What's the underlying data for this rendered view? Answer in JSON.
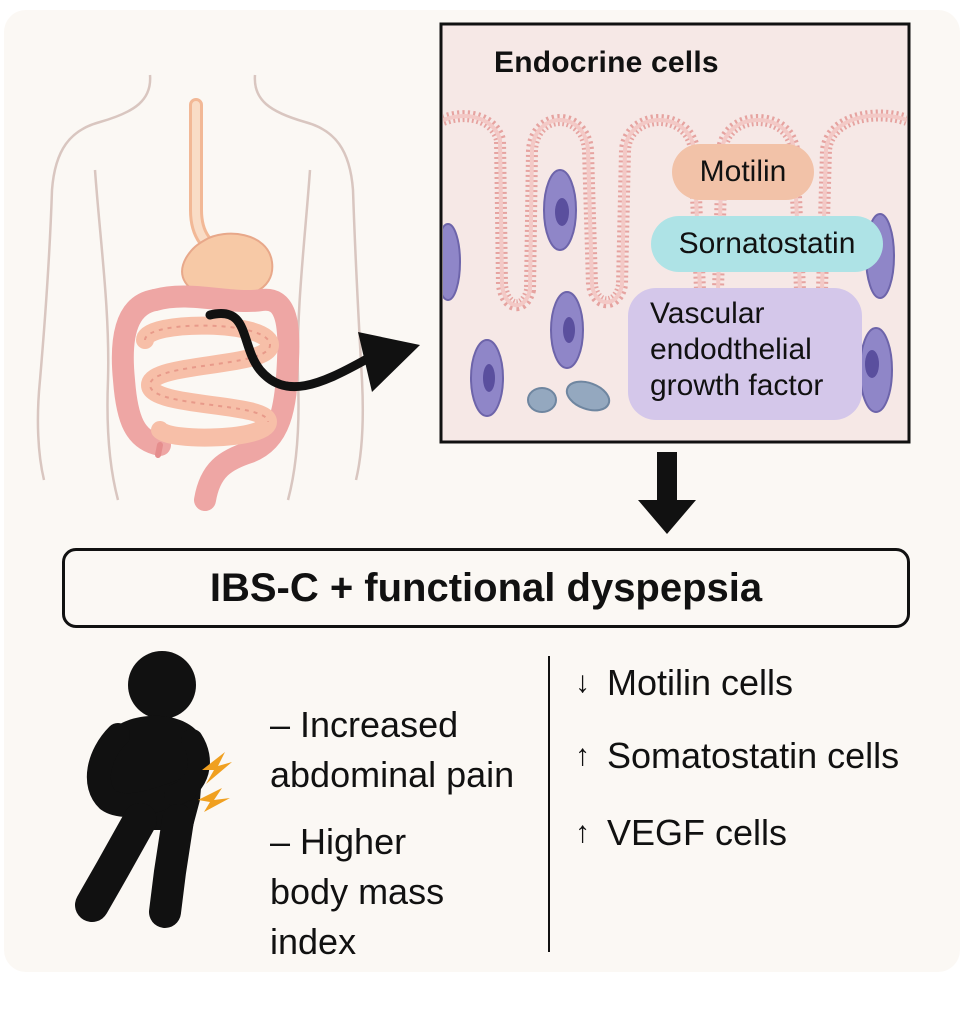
{
  "panel": {
    "title": "Endocrine cells",
    "labels": {
      "motilin": "Motilin",
      "somatostatin": "Sornatostatin",
      "vegf_line1": "Vascular",
      "vegf_line2": "endodthelial",
      "vegf_line3": "growth factor"
    }
  },
  "condition": "IBS-C + functional dyspepsia",
  "symptoms": [
    {
      "line1": "– Increased",
      "line2": "abdominal pain"
    },
    {
      "line1": "– Higher",
      "line2": "body mass",
      "line3": "index"
    }
  ],
  "findings": [
    {
      "arrow": "↓",
      "label": "Motilin cells"
    },
    {
      "arrow": "↑",
      "label": "Somatostatin cells"
    },
    {
      "arrow": "↑",
      "label": "VEGF cells"
    }
  ],
  "colors": {
    "background": "#fbf8f4",
    "motilin_pill": "#f2c2a8",
    "somatostatin_pill": "#aee3e6",
    "vegf_box": "#d4c7ea",
    "mucosa": "#f4e4e4",
    "villus_border": "#e6a3a0",
    "cell": "#8f86c8",
    "nucleus": "#5a4f9e",
    "gut": "#eea6a4",
    "stomach": "#f7c9a6",
    "pain_spark": "#f0a020"
  },
  "icons": [
    "body-silhouette-icon",
    "digestive-tract-icon",
    "curved-arrow-icon",
    "down-arrow-icon",
    "person-abdominal-pain-icon",
    "pain-spark-icon"
  ]
}
